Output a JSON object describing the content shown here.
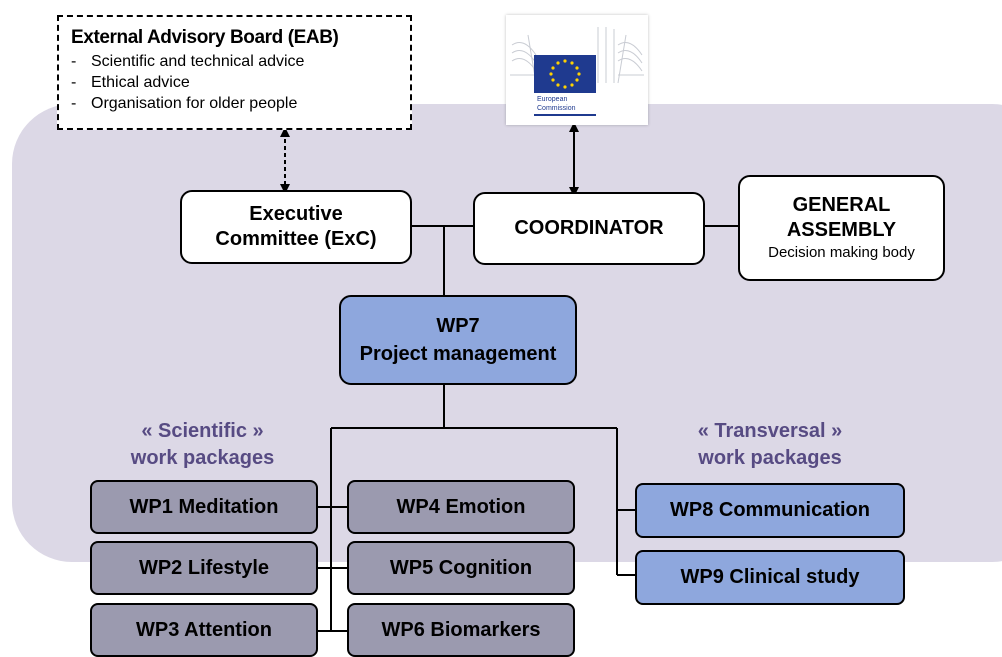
{
  "eab": {
    "title": "External Advisory Board (EAB)",
    "items": [
      "Scientific and technical advice",
      "Ethical advice",
      "Organisation for older people"
    ]
  },
  "ec_logo": {
    "line1": "European",
    "line2": "Commission"
  },
  "executive": {
    "line1": "Executive",
    "line2": "Committee (ExC)"
  },
  "coordinator": {
    "label": "COORDINATOR"
  },
  "general_assembly": {
    "line1": "GENERAL",
    "line2": "ASSEMBLY",
    "subtitle": "Decision making body"
  },
  "wp7": {
    "line1": "WP7",
    "line2": "Project management"
  },
  "scientific_label": {
    "line1": "« Scientific »",
    "line2": "work packages"
  },
  "transversal_label": {
    "line1": "« Transversal »",
    "line2": "work packages"
  },
  "scientific_wps": [
    "WP1 Meditation",
    "WP2 Lifestyle",
    "WP3 Attention",
    "WP4 Emotion",
    "WP5 Cognition",
    "WP6 Biomarkers"
  ],
  "transversal_wps": [
    "WP8 Communication",
    "WP9 Clinical study"
  ],
  "colors": {
    "panel": "#dcd8e6",
    "wp7_fill": "#8ea7dd",
    "scientific_fill": "#9b9aaf",
    "transversal_fill": "#8ea7dd",
    "group_label": "#574b83",
    "eu_blue": "#1f3a8f",
    "eu_star": "#ffd200"
  }
}
